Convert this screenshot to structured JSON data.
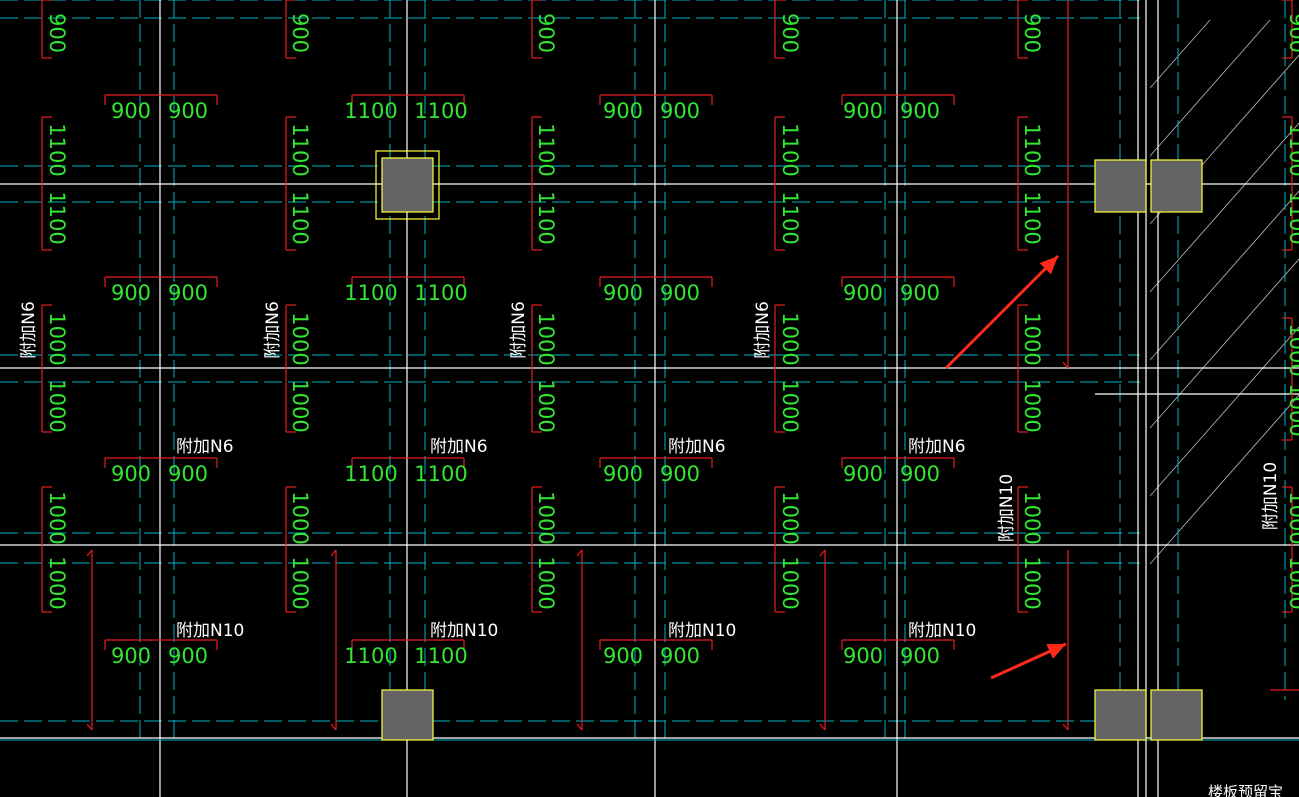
{
  "drawing": {
    "colors": {
      "background": "#000000",
      "grid_line": "#ffffff",
      "cyan_dash": "#00b4c8",
      "rebar_red": "#e61e1e",
      "dim_green": "#32e632",
      "label_white": "#ffffff",
      "column_fill": "#646464",
      "column_outline": "#ffff3c",
      "arrow_red": "#ff2a1a"
    },
    "dims": {
      "v900": "900",
      "v1100": "1100",
      "v1000": "1000",
      "h900": "900",
      "h1100": "1100"
    },
    "labels": {
      "add_n6": "附加N6",
      "add_n10": "附加N10"
    },
    "bottom_text": "楼板预留宝"
  }
}
